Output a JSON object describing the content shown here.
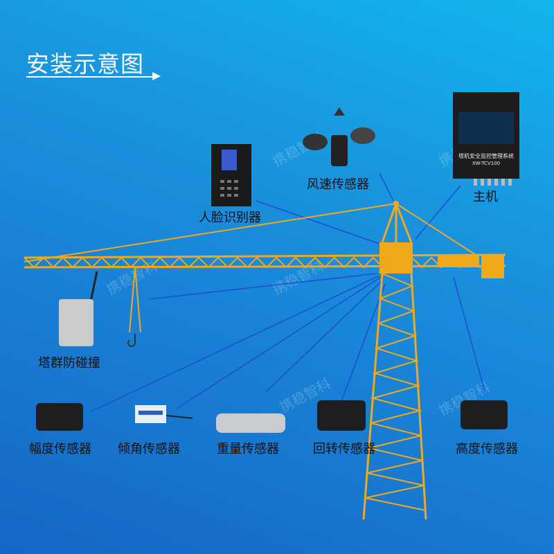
{
  "title": "安装示意图",
  "watermark": "携稳智科",
  "host": {
    "label": "主机",
    "panel_title": "塔机安全监控管理系统",
    "model": "XW-TCV100"
  },
  "devices": {
    "wind": "风速传感器",
    "face": "人脸识别器",
    "anticollision": "塔群防碰撞",
    "amplitude": "幅度传感器",
    "tilt": "倾角传感器",
    "weight": "重量传感器",
    "slewing": "回转传感器",
    "height": "高度传感器"
  },
  "colors": {
    "crane": "#f0a81c",
    "line": "#1c4fd0",
    "bg_top": "#12b4ee",
    "bg_bottom": "#1566c4"
  }
}
